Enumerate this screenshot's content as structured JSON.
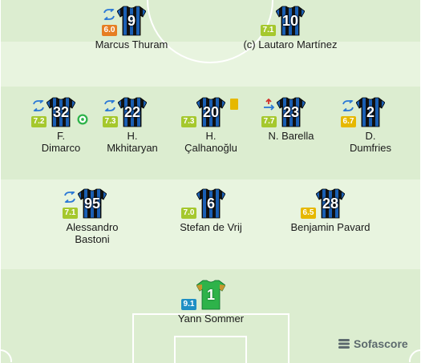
{
  "players": [
    {
      "key": "thuram",
      "number": "9",
      "rating": "6.0",
      "rating_color": "#e67e22",
      "name_line1": "Marcus Thuram",
      "name_line2": "",
      "icons": [
        "sub-icon"
      ]
    },
    {
      "key": "martinez",
      "number": "10",
      "rating": "7.1",
      "rating_color": "#a5c82d",
      "name_line1": "(c) Lautaro Martínez",
      "name_line2": "",
      "icons": []
    },
    {
      "key": "dimarco",
      "number": "32",
      "rating": "7.2",
      "rating_color": "#a5c82d",
      "name_line1": "F.",
      "name_line2": "Dimarco",
      "icons": [
        "sub-icon",
        "assist-ball-icon"
      ]
    },
    {
      "key": "mkhitaryan",
      "number": "22",
      "rating": "7.3",
      "rating_color": "#a5c82d",
      "name_line1": "H.",
      "name_line2": "Mkhitaryan",
      "icons": [
        "sub-icon"
      ]
    },
    {
      "key": "calhanoglu",
      "number": "20",
      "rating": "7.3",
      "rating_color": "#a5c82d",
      "name_line1": "H.",
      "name_line2": "Çalhanoğlu",
      "icons": [
        "yellow-card-icon"
      ]
    },
    {
      "key": "barella",
      "number": "23",
      "rating": "7.7",
      "rating_color": "#a5c82d",
      "name_line1": "N. Barella",
      "name_line2": "",
      "icons": [
        "sub-out-icon"
      ]
    },
    {
      "key": "dumfries",
      "number": "2",
      "rating": "6.7",
      "rating_color": "#e6b800",
      "name_line1": "D.",
      "name_line2": "Dumfries",
      "icons": [
        "sub-icon"
      ]
    },
    {
      "key": "bastoni",
      "number": "95",
      "rating": "7.1",
      "rating_color": "#a5c82d",
      "name_line1": "Alessandro",
      "name_line2": "Bastoni",
      "icons": [
        "sub-icon"
      ]
    },
    {
      "key": "devrij",
      "number": "6",
      "rating": "7.0",
      "rating_color": "#a5c82d",
      "name_line1": "Stefan de Vrij",
      "name_line2": "",
      "icons": []
    },
    {
      "key": "pavard",
      "number": "28",
      "rating": "6.5",
      "rating_color": "#e6b800",
      "name_line1": "Benjamin Pavard",
      "name_line2": "",
      "icons": []
    },
    {
      "key": "sommer",
      "number": "1",
      "rating": "9.1",
      "rating_color": "#1f8fc4",
      "name_line1": "Yann Sommer",
      "name_line2": "",
      "icons": []
    }
  ],
  "branding": {
    "logo_text": "Sofascore"
  },
  "colors": {
    "pitch_light": "#e8f4df",
    "pitch_dark": "#dcedd0",
    "line": "#ffffff",
    "kit_blue": "#1a5fb4",
    "kit_black": "#111111",
    "gk_green": "#2eb34a"
  }
}
